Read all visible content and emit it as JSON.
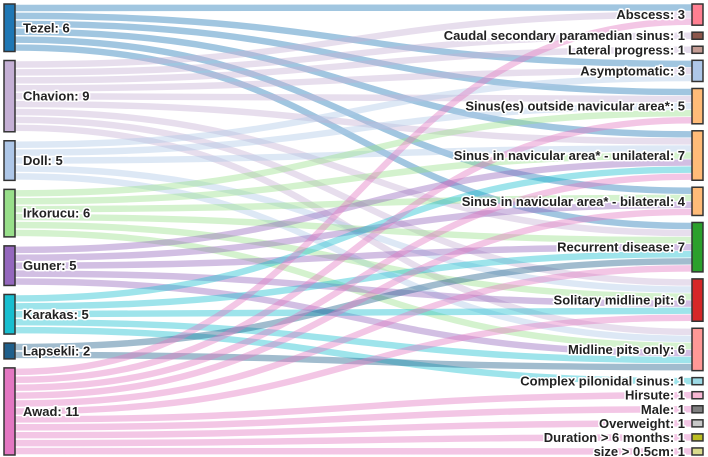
{
  "diagram": {
    "type": "sankey",
    "sources": [
      {
        "id": "tezel",
        "label": "Tezel: 6",
        "color": "#1f77b4"
      },
      {
        "id": "chavion",
        "label": "Chavion: 9",
        "color": "#c5b0d5"
      },
      {
        "id": "doll",
        "label": "Doll: 5",
        "color": "#aec7e8"
      },
      {
        "id": "irkorucu",
        "label": "Irkorucu: 6",
        "color": "#98df8a"
      },
      {
        "id": "guner",
        "label": "Guner: 5",
        "color": "#9467bd"
      },
      {
        "id": "karakas",
        "label": "Karakas: 5",
        "color": "#17becf"
      },
      {
        "id": "lapsekili",
        "label": "Lapsekli: 2",
        "color": "#1f5f8b"
      },
      {
        "id": "awad",
        "label": "Awad: 11",
        "color": "#e377c2"
      }
    ],
    "targets": [
      {
        "id": "abscess",
        "label": "Abscess: 3",
        "color": "#ff7f91"
      },
      {
        "id": "caudal",
        "label": "Caudal secondary paramedian sinus: 1",
        "color": "#8c564b"
      },
      {
        "id": "lateral",
        "label": "Lateral progress: 1",
        "color": "#c49c94"
      },
      {
        "id": "asymptomatic",
        "label": "Asymptomatic: 3",
        "color": "#aec7e8"
      },
      {
        "id": "sinus_outside",
        "label": "Sinus(es) outside navicular area*: 5",
        "color": "#ffbb78"
      },
      {
        "id": "sinus_uni",
        "label": "Sinus in navicular area* - unilateral: 7",
        "color": "#ffbb78"
      },
      {
        "id": "sinus_bi",
        "label": "Sinus in navicular area* - bilateral: 4",
        "color": "#ffbb78"
      },
      {
        "id": "recurrent",
        "label": "Recurrent disease: 7",
        "color": "#2ca02c"
      },
      {
        "id": "solitary",
        "label": "Solitary midline pit: 6",
        "color": "#d62728"
      },
      {
        "id": "midline",
        "label": "Midline pits only: 6",
        "color": "#ff9896"
      },
      {
        "id": "complex",
        "label": "Complex pilonidal sinus: 1",
        "color": "#9edae5"
      },
      {
        "id": "hirsute",
        "label": "Hirsute: 1",
        "color": "#f7b6d2"
      },
      {
        "id": "male",
        "label": "Male: 1",
        "color": "#7f7f7f"
      },
      {
        "id": "overweight",
        "label": "Overweight: 1",
        "color": "#c7c7c7"
      },
      {
        "id": "duration",
        "label": "Duration > 6 months: 1",
        "color": "#bcbd22"
      },
      {
        "id": "size",
        "label": "size > 0.5cm: 1",
        "color": "#dbdb8d"
      }
    ],
    "links": [
      {
        "source": "tezel",
        "target": "abscess",
        "value": 1
      },
      {
        "source": "tezel",
        "target": "asymptomatic",
        "value": 1
      },
      {
        "source": "tezel",
        "target": "sinus_outside",
        "value": 1
      },
      {
        "source": "tezel",
        "target": "sinus_uni",
        "value": 1
      },
      {
        "source": "tezel",
        "target": "sinus_bi",
        "value": 1
      },
      {
        "source": "tezel",
        "target": "recurrent",
        "value": 1
      },
      {
        "source": "chavion",
        "target": "abscess",
        "value": 1
      },
      {
        "source": "chavion",
        "target": "caudal",
        "value": 1
      },
      {
        "source": "chavion",
        "target": "lateral",
        "value": 1
      },
      {
        "source": "chavion",
        "target": "asymptomatic",
        "value": 1
      },
      {
        "source": "chavion",
        "target": "sinus_outside",
        "value": 1
      },
      {
        "source": "chavion",
        "target": "sinus_uni",
        "value": 1
      },
      {
        "source": "chavion",
        "target": "recurrent",
        "value": 1
      },
      {
        "source": "chavion",
        "target": "solitary",
        "value": 1
      },
      {
        "source": "chavion",
        "target": "midline",
        "value": 1
      },
      {
        "source": "doll",
        "target": "asymptomatic",
        "value": 1
      },
      {
        "source": "doll",
        "target": "sinus_outside",
        "value": 1
      },
      {
        "source": "doll",
        "target": "sinus_uni",
        "value": 1
      },
      {
        "source": "doll",
        "target": "solitary",
        "value": 1
      },
      {
        "source": "doll",
        "target": "midline",
        "value": 1
      },
      {
        "source": "irkorucu",
        "target": "sinus_outside",
        "value": 1
      },
      {
        "source": "irkorucu",
        "target": "sinus_uni",
        "value": 1
      },
      {
        "source": "irkorucu",
        "target": "sinus_bi",
        "value": 1
      },
      {
        "source": "irkorucu",
        "target": "recurrent",
        "value": 1
      },
      {
        "source": "irkorucu",
        "target": "solitary",
        "value": 1
      },
      {
        "source": "irkorucu",
        "target": "midline",
        "value": 1
      },
      {
        "source": "guner",
        "target": "sinus_uni",
        "value": 1
      },
      {
        "source": "guner",
        "target": "sinus_bi",
        "value": 1
      },
      {
        "source": "guner",
        "target": "recurrent",
        "value": 1
      },
      {
        "source": "guner",
        "target": "solitary",
        "value": 1
      },
      {
        "source": "guner",
        "target": "midline",
        "value": 1
      },
      {
        "source": "karakas",
        "target": "sinus_uni",
        "value": 1
      },
      {
        "source": "karakas",
        "target": "recurrent",
        "value": 1
      },
      {
        "source": "karakas",
        "target": "solitary",
        "value": 1
      },
      {
        "source": "karakas",
        "target": "midline",
        "value": 1
      },
      {
        "source": "karakas",
        "target": "complex",
        "value": 1
      },
      {
        "source": "lapsekili",
        "target": "recurrent",
        "value": 1
      },
      {
        "source": "lapsekili",
        "target": "midline",
        "value": 1
      },
      {
        "source": "awad",
        "target": "abscess",
        "value": 1
      },
      {
        "source": "awad",
        "target": "sinus_outside",
        "value": 1
      },
      {
        "source": "awad",
        "target": "sinus_uni",
        "value": 1
      },
      {
        "source": "awad",
        "target": "sinus_bi",
        "value": 1
      },
      {
        "source": "awad",
        "target": "recurrent",
        "value": 1
      },
      {
        "source": "awad",
        "target": "solitary",
        "value": 1
      },
      {
        "source": "awad",
        "target": "hirsute",
        "value": 1
      },
      {
        "source": "awad",
        "target": "male",
        "value": 1
      },
      {
        "source": "awad",
        "target": "overweight",
        "value": 1
      },
      {
        "source": "awad",
        "target": "duration",
        "value": 1
      },
      {
        "source": "awad",
        "target": "size",
        "value": 1
      }
    ]
  }
}
